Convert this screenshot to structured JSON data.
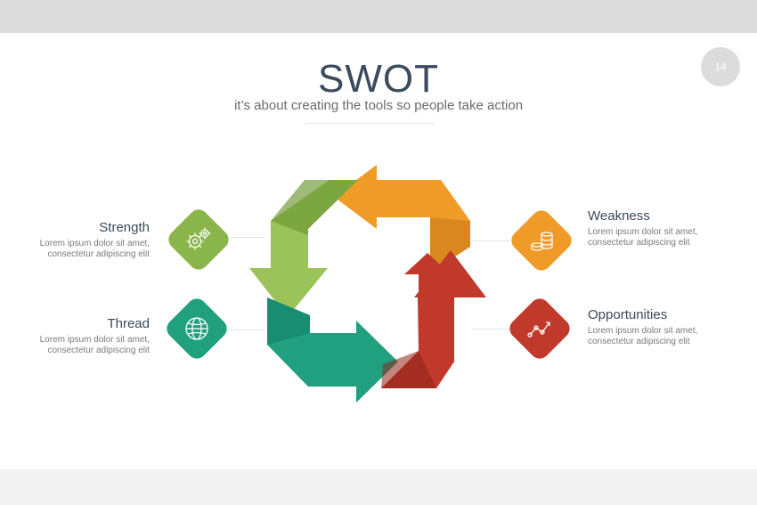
{
  "slide": {
    "page_number": "14",
    "title": "SWOT",
    "subtitle": "it’s about creating the tools so people take action"
  },
  "items": {
    "strength": {
      "label": "Strength",
      "desc_line1": "Lorem ipsum dolor sit amet,",
      "desc_line2": "consectetur adipiscing elit",
      "color": "#8ab54a",
      "icon": "gears-icon"
    },
    "thread": {
      "label": "Thread",
      "desc_line1": "Lorem ipsum dolor sit amet,",
      "desc_line2": "consectetur adipiscing elit",
      "color": "#21a07e",
      "icon": "globe-icon"
    },
    "weakness": {
      "label": "Weakness",
      "desc_line1": "Lorem ipsum dolor sit amet,",
      "desc_line2": "consectetur adipiscing elit",
      "color": "#f09a28",
      "icon": "coins-icon"
    },
    "opportunities": {
      "label": "Opportunities",
      "desc_line1": "Lorem ipsum dolor sit amet,",
      "desc_line2": "consectetur adipiscing elit",
      "color": "#c0392b",
      "icon": "trend-chart-icon"
    }
  }
}
